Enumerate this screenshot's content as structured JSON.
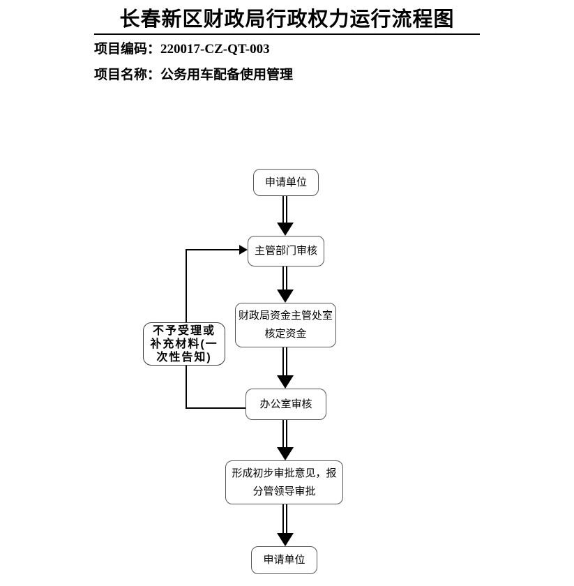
{
  "header": {
    "title": "长春新区财政局行政权力运行流程图",
    "project_code_label": "项目编码：",
    "project_code_value": "220017-CZ-QT-003",
    "project_name_label": "项目名称：",
    "project_name_value": "公务用车配备使用管理"
  },
  "flowchart": {
    "nodes": {
      "start": {
        "label": "申请单位"
      },
      "dept_review": {
        "label": "主管部门审核"
      },
      "finance_office": {
        "line1": "财政局资金主管处室",
        "line2": "核定资金"
      },
      "office_review": {
        "label": "办公室审核"
      },
      "preliminary_approval": {
        "line1": "形成初步审批意见，报",
        "line2": "分管领导审批"
      },
      "end": {
        "label": "申请单位"
      }
    },
    "side_note": {
      "line1": "不予受理或",
      "line2": "补充材料(一",
      "line3": "次性告知)"
    }
  }
}
